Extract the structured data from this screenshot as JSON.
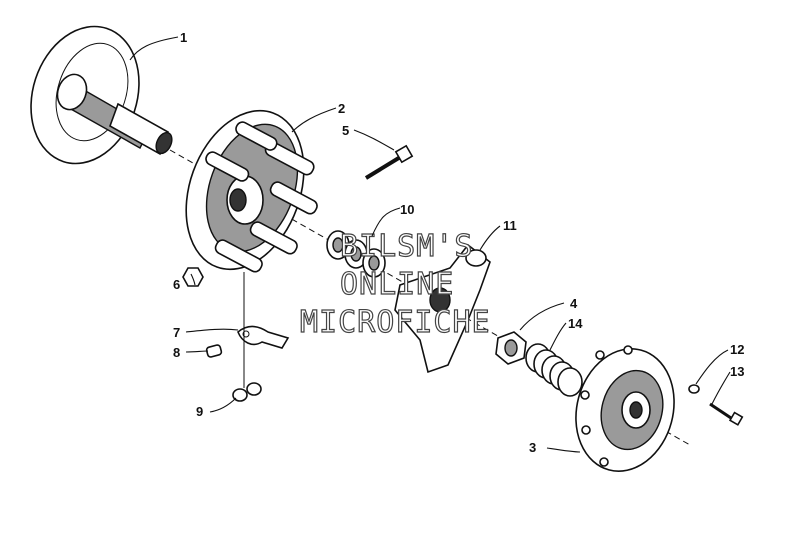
{
  "callouts": {
    "c1": "1",
    "c2": "2",
    "c3": "3",
    "c4": "4",
    "c5": "5",
    "c6": "6",
    "c7": "7",
    "c8": "8",
    "c9": "9",
    "c10": "10",
    "c11": "11",
    "c12": "12",
    "c13": "13",
    "c14": "14"
  },
  "watermark": {
    "line1": "BILSM'S",
    "line2": "ONLINE",
    "line3": "MICROFICHE"
  }
}
